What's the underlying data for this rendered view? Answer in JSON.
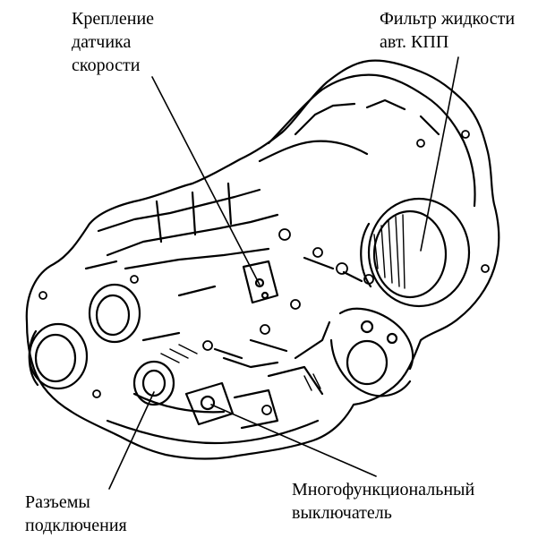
{
  "labels": {
    "speed_sensor_mount": [
      "Крепление",
      "датчика",
      "скорости"
    ],
    "transmission_fluid_filter": [
      "Фильтр жидкости",
      "авт. КПП"
    ],
    "connectors": [
      "Разъемы",
      "подключения"
    ],
    "multifunction_switch": [
      "Многофункциональный",
      "выключатель"
    ]
  }
}
